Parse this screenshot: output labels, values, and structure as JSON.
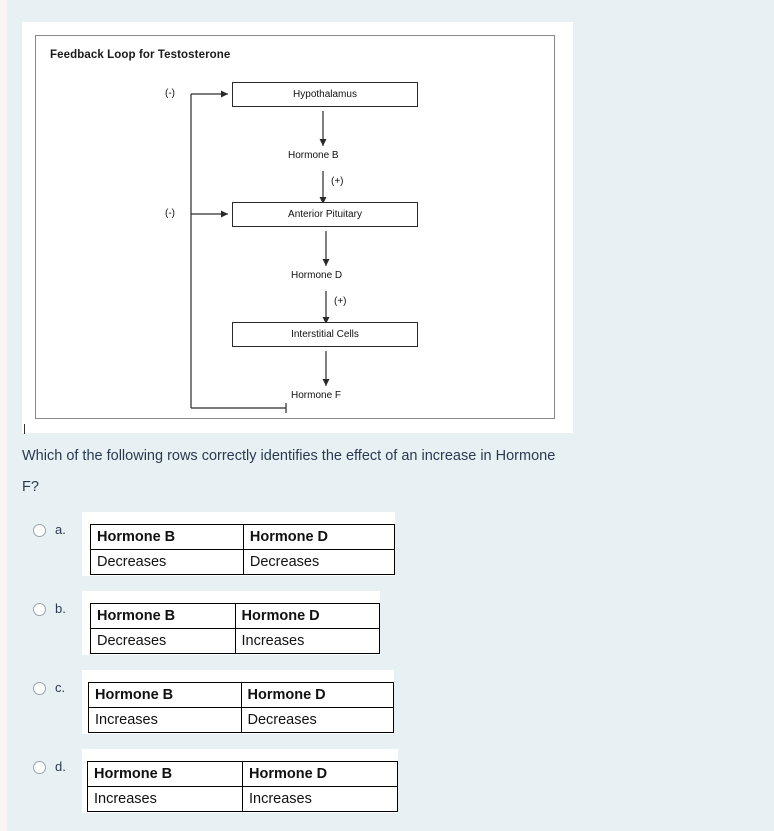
{
  "colors": {
    "page_background": "#e7f1f3",
    "panel_background": "#ffffff",
    "question_text": "#2b3a52",
    "diagram_line": "#2a2a2a",
    "table_border": "#000000"
  },
  "diagram": {
    "title": "Feedback Loop for Testosterone",
    "nodes": [
      {
        "id": "hypothalamus",
        "label": "Hypothalamus"
      },
      {
        "id": "anterior-pituitary",
        "label": "Anterior Pituitary"
      },
      {
        "id": "interstitial-cells",
        "label": "Interstitial Cells"
      }
    ],
    "hormones": [
      {
        "id": "hormone-b",
        "label": "Hormone B"
      },
      {
        "id": "hormone-d",
        "label": "Hormone D"
      },
      {
        "id": "hormone-f",
        "label": "Hormone F"
      }
    ],
    "signs": {
      "neg_to_hypothalamus": "(-)",
      "neg_to_pituitary": "(-)",
      "pos_hormone_b": "(+)",
      "pos_hormone_d": "(+)"
    }
  },
  "question": {
    "text": "Which of the following rows correctly identifies the effect of an increase in Hormone F?"
  },
  "options": [
    {
      "letter": "a.",
      "headers": [
        "Hormone B",
        "Hormone D"
      ],
      "values": [
        "Decreases",
        "Decreases"
      ],
      "selected": false
    },
    {
      "letter": "b.",
      "headers": [
        "Hormone B",
        "Hormone D"
      ],
      "values": [
        "Decreases",
        "Increases"
      ],
      "selected": false
    },
    {
      "letter": "c.",
      "headers": [
        "Hormone B",
        "Hormone D"
      ],
      "values": [
        "Increases",
        "Decreases"
      ],
      "selected": false
    },
    {
      "letter": "d.",
      "headers": [
        "Hormone B",
        "Hormone D"
      ],
      "values": [
        "Increases",
        "Increases"
      ],
      "selected": false
    }
  ]
}
